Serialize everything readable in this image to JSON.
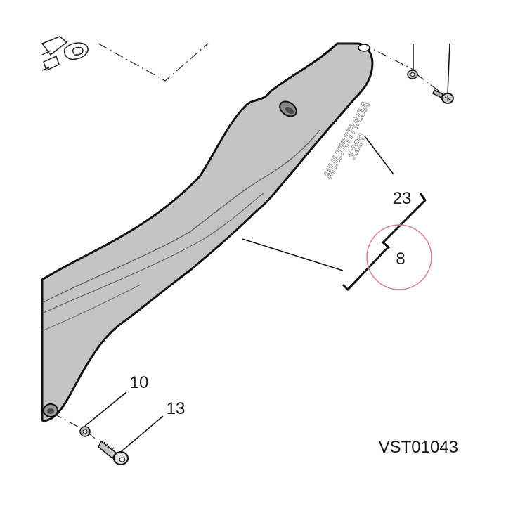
{
  "diagram": {
    "callouts": {
      "part_23": "23",
      "part_8": "8",
      "part_10": "10",
      "part_13": "13"
    },
    "figure_code": "VST01043",
    "brand_text": {
      "line1": "MULTISTRADA",
      "line2": "1200"
    },
    "colors": {
      "part_fill": "#c4c4c4",
      "outline": "#111111",
      "highlight_circle": "#d4848a"
    }
  }
}
